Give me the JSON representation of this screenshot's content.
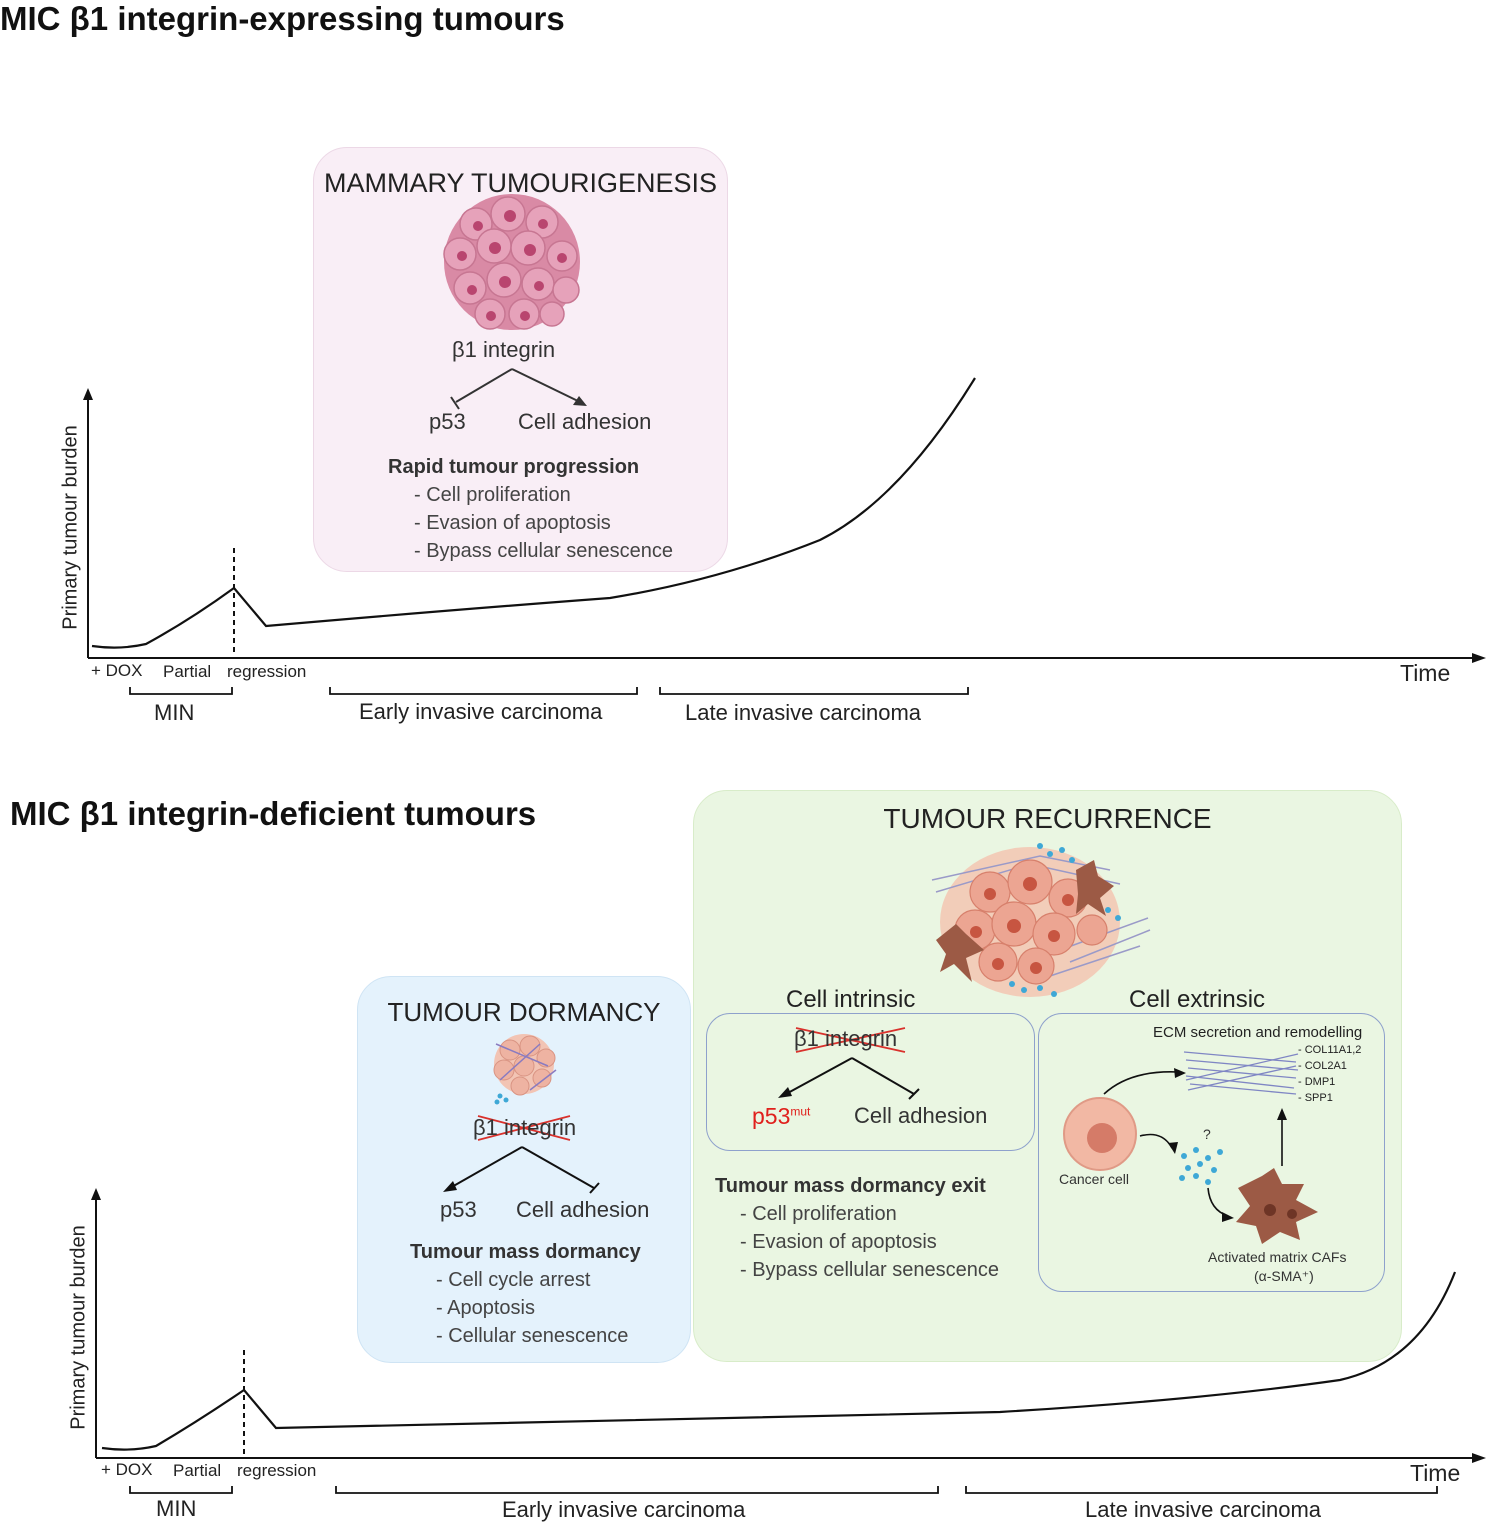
{
  "top": {
    "title": "MIC β1 integrin-expressing tumours",
    "panel": {
      "title": "MAMMARY TUMOURIGENESIS",
      "factor": "β1 integrin",
      "left_target": "p53",
      "right_target": "Cell adhesion",
      "outcome_heading": "Rapid tumour progression",
      "outcomes": [
        "- Cell proliferation",
        "- Evasion of apoptosis",
        "- Bypass cellular senescence"
      ]
    },
    "y_label": "Primary tumour burden",
    "x_label": "Time",
    "dox": "+ DOX",
    "partial": "Partial",
    "regression": "regression",
    "phase_min": "MIN",
    "phase_early": "Early invasive carcinoma",
    "phase_late": "Late invasive carcinoma"
  },
  "bottom": {
    "title": "MIC β1 integrin-deficient tumours",
    "dormancy": {
      "title": "TUMOUR DORMANCY",
      "factor": "β1 integrin",
      "left_target": "p53",
      "right_target": "Cell adhesion",
      "outcome_heading": "Tumour mass dormancy",
      "outcomes": [
        "- Cell cycle arrest",
        "- Apoptosis",
        "- Cellular senescence"
      ]
    },
    "recurrence": {
      "title": "TUMOUR RECURRENCE",
      "intrinsic_label": "Cell intrinsic",
      "extrinsic_label": "Cell extrinsic",
      "factor": "β1 integrin",
      "p53_mut": "p53",
      "p53_sup": "mut",
      "right_target": "Cell adhesion",
      "outcome_heading": "Tumour mass dormancy exit",
      "outcomes": [
        "- Cell proliferation",
        "- Evasion of apoptosis",
        "- Bypass cellular senescence"
      ],
      "ecm_heading": "ECM secretion and remodelling",
      "ecm_genes": [
        "- COL11A1,2",
        "- COL2A1",
        "- DMP1",
        "- SPP1"
      ],
      "cancer_cell": "Cancer cell",
      "question": "?",
      "caf_label": "Activated matrix CAFs",
      "caf_marker": "(α-SMA⁺)"
    },
    "y_label": "Primary tumour burden",
    "x_label": "Time",
    "dox": "+ DOX",
    "partial": "Partial",
    "regression": "regression",
    "phase_min": "MIN",
    "phase_early": "Early invasive carcinoma",
    "phase_late": "Late invasive carcinoma"
  },
  "colors": {
    "mammary_bg": "#f9eef6",
    "dormancy_bg": "#e4f2fc",
    "recurrence_bg": "#eaf6e2",
    "inner_border": "#8ea1cc",
    "p53_mut": "#e0201c",
    "strike": "#d9312c"
  }
}
